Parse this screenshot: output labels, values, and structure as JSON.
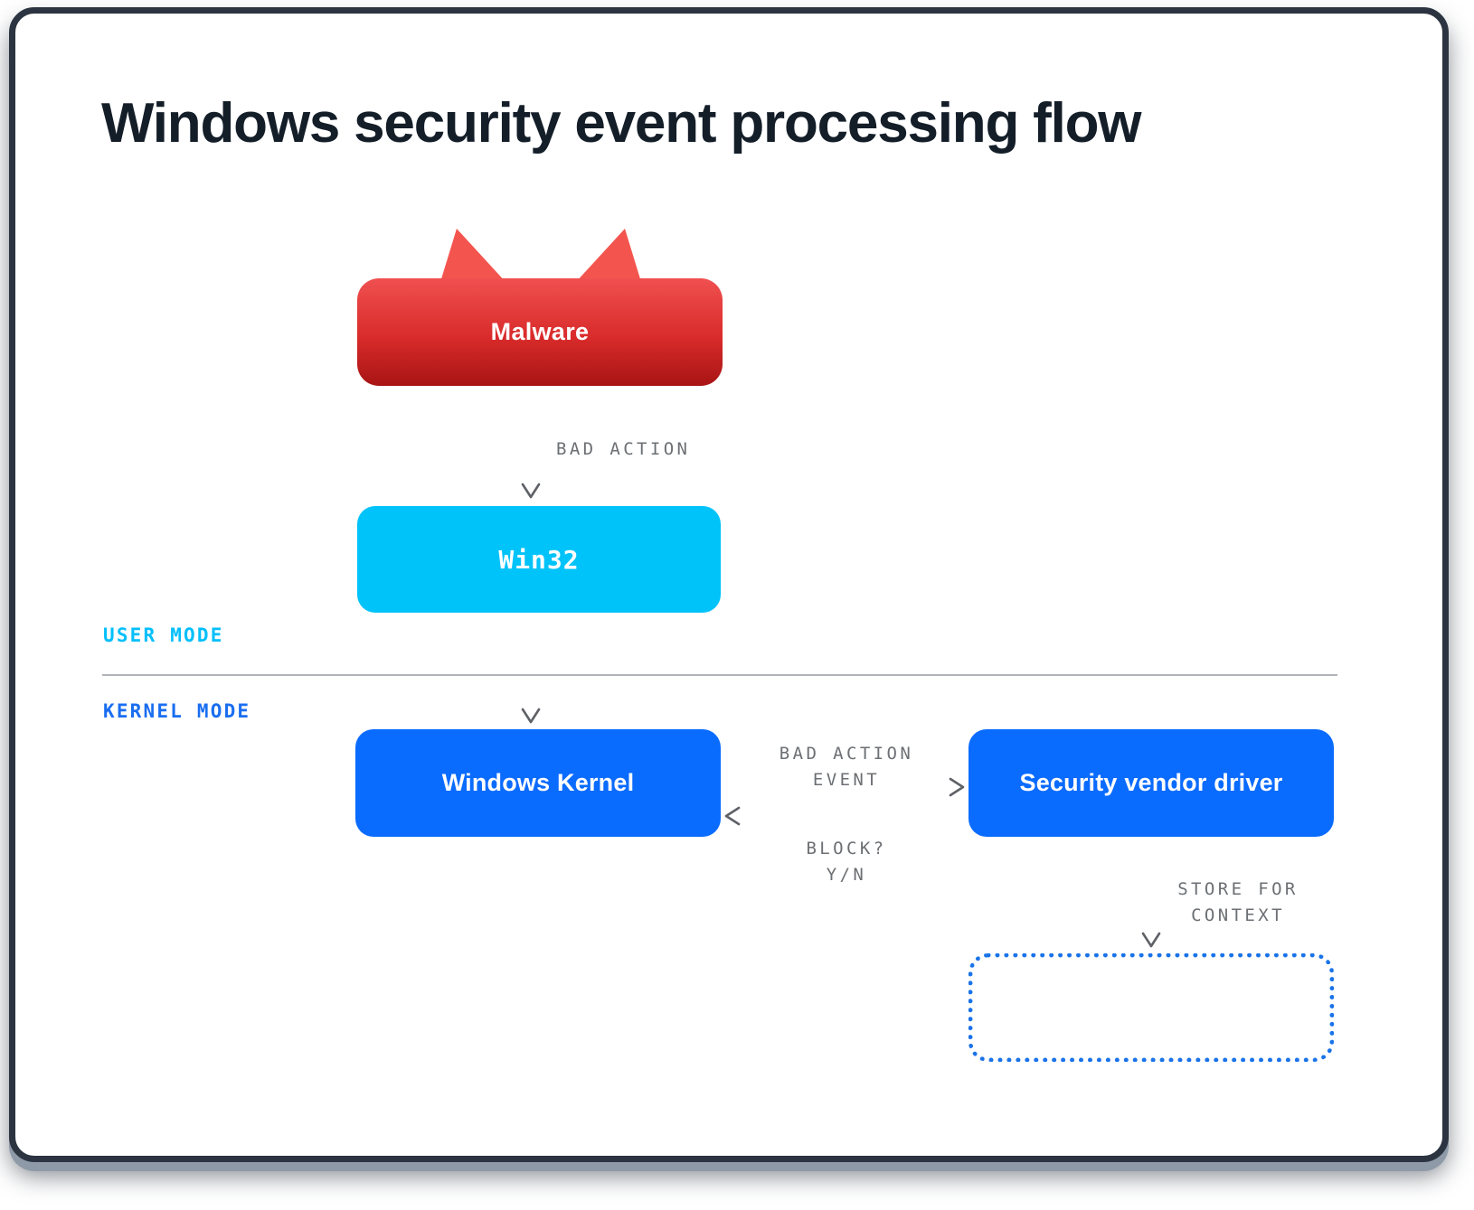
{
  "diagram": {
    "title": "Windows security event processing flow",
    "nodes": {
      "malware": {
        "label": "Malware",
        "color": "#d92b2b"
      },
      "win32": {
        "label": "Win32",
        "color": "#00c3f9"
      },
      "kernel": {
        "label": "Windows Kernel",
        "color": "#0a6bff"
      },
      "vendor": {
        "label": "Security vendor driver",
        "color": "#0a6bff"
      },
      "store": {
        "label": "",
        "color": "#1a73e8"
      }
    },
    "bands": {
      "user_mode": "USER MODE",
      "kernel_mode": "KERNEL MODE",
      "user_mode_color": "#00bffc",
      "kernel_mode_color": "#1a6ef0"
    },
    "edges": [
      {
        "id": "malware-to-win32",
        "label": "BAD ACTION",
        "from": "malware",
        "to": "win32",
        "direction": "down"
      },
      {
        "id": "win32-to-kernel",
        "label": "",
        "from": "win32",
        "to": "kernel",
        "direction": "down"
      },
      {
        "id": "kernel-to-vendor",
        "label": "BAD ACTION\nEVENT",
        "from": "kernel",
        "to": "vendor",
        "direction": "right"
      },
      {
        "id": "vendor-to-kernel",
        "label": "BLOCK?\nY/N",
        "from": "vendor",
        "to": "kernel",
        "direction": "left"
      },
      {
        "id": "vendor-to-store",
        "label": "STORE FOR\nCONTEXT",
        "from": "vendor",
        "to": "store",
        "direction": "down"
      }
    ],
    "edge_label_color": "#6c6f73",
    "arrow_color": "#5e6166",
    "frame_color": "#2b3440"
  }
}
